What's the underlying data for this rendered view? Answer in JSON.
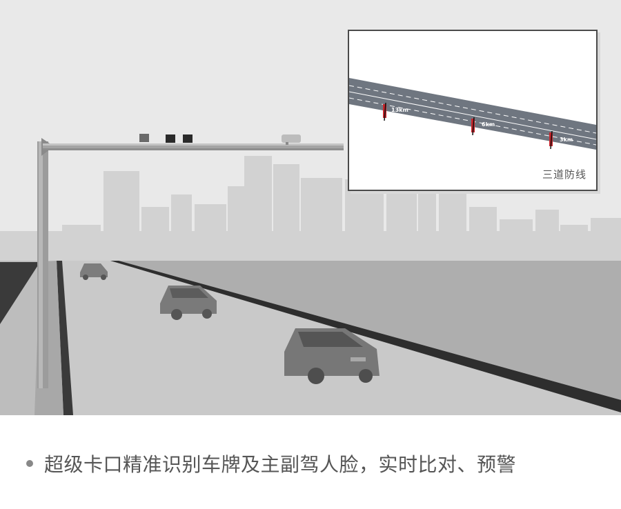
{
  "inset": {
    "markers": [
      {
        "label": "13km"
      },
      {
        "label": "6km"
      },
      {
        "label": "3km"
      }
    ],
    "caption": "三道防线"
  },
  "caption": {
    "bullet_icon": "bullet-dot-icon",
    "text": "超级卡口精准识别车牌及主副驾人脸，实时比对、预警"
  },
  "colors": {
    "sky": "#e8e8e8",
    "skyline": "#cfcfcf",
    "road": "#c8c8c8",
    "road_edge": "#2a2a2a",
    "inset_road": "#6f7680",
    "marker_red": "#c8242b"
  }
}
